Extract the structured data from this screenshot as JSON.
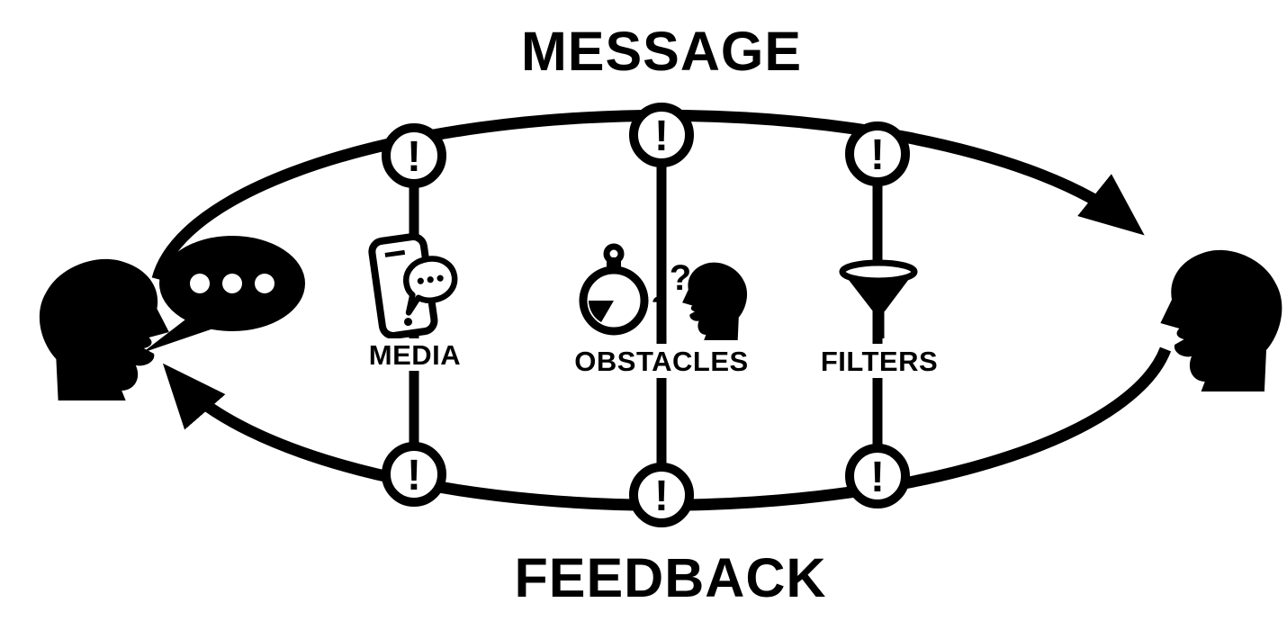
{
  "diagram": {
    "type": "communication-cycle",
    "flows": {
      "message": {
        "label": "MESSAGE",
        "direction": "left-to-right",
        "position": "top"
      },
      "feedback": {
        "label": "FEEDBACK",
        "direction": "right-to-left",
        "position": "bottom"
      }
    },
    "nodes": {
      "media": {
        "label": "MEDIA",
        "icon": "smartphone-chat-icon"
      },
      "obstacles": {
        "label": "OBSTACLES",
        "icons": [
          "stopwatch-icon",
          "confused-head-icon"
        ],
        "question_mark": "?"
      },
      "filters": {
        "label": "FILTERS",
        "icon": "funnel-icon"
      }
    },
    "noise_marker": {
      "symbol": "!",
      "count": 6
    },
    "actors": {
      "sender": {
        "icon": "speaking-head-icon",
        "speech_bubble": "ellipsis-dots-bubble"
      },
      "receiver": {
        "icon": "listening-head-icon"
      }
    },
    "colors": {
      "ink": "#000000",
      "paper": "#ffffff"
    }
  }
}
